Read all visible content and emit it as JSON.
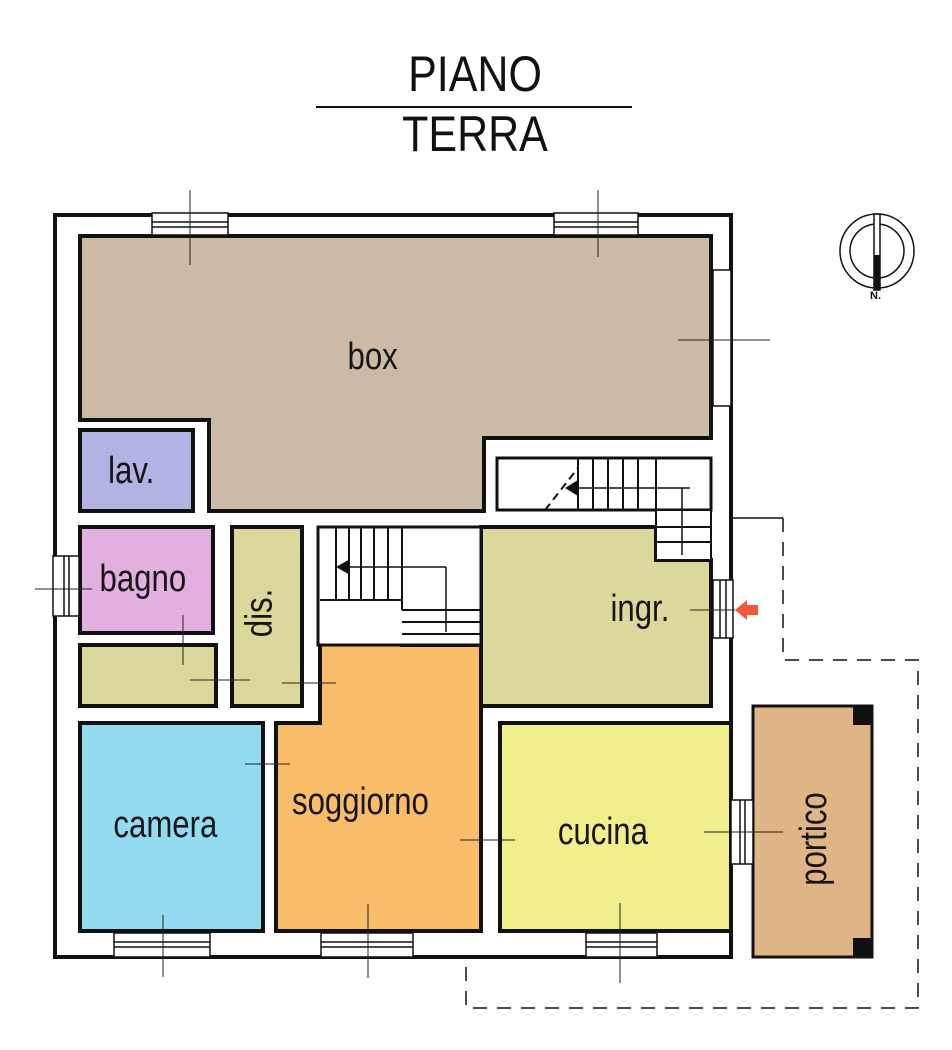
{
  "title": "PIANO TERRA",
  "compass": {
    "label": "N.",
    "icon": "north-arrow-icon"
  },
  "entrance_marker": {
    "icon": "entrance-arrow-icon",
    "color": "#f05a3a"
  },
  "rooms": {
    "box": {
      "label": "box",
      "color": "#cbbba6"
    },
    "lav": {
      "label": "lav.",
      "color": "#b1b4e3"
    },
    "bagno": {
      "label": "bagno",
      "color": "#e3aee0"
    },
    "dis": {
      "label": "dis.",
      "color": "#dcd89c"
    },
    "ingr": {
      "label": "ingr.",
      "color": "#dcd89c"
    },
    "ripostiglio": {
      "label": "",
      "color": "#dcd89c"
    },
    "soggiorno": {
      "label": "soggiorno",
      "color": "#f9bd6a"
    },
    "camera": {
      "label": "camera",
      "color": "#92dbf0"
    },
    "cucina": {
      "label": "cucina",
      "color": "#f0ef8c"
    },
    "portico": {
      "label": "portico",
      "color": "#dfb585"
    }
  },
  "colors": {
    "wall": "#111111",
    "background": "#ffffff"
  }
}
